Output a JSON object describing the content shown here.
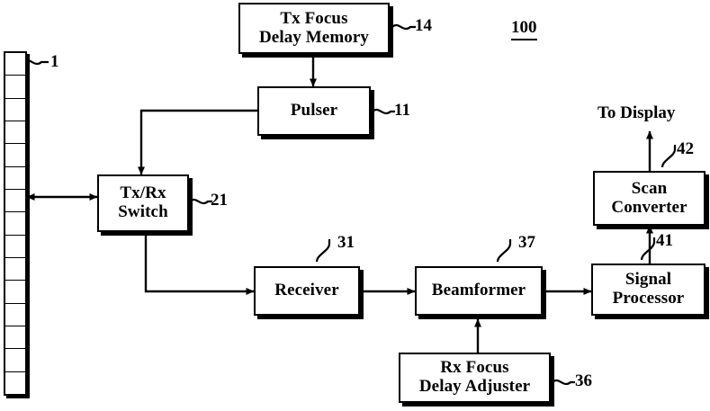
{
  "figure": {
    "figure_number": "100",
    "caption_text": "To Display"
  },
  "transducer": {
    "name": "transducer-array",
    "ref": "1",
    "element_count": 15
  },
  "nodes": [
    {
      "id": "tx-focus-delay-memory",
      "label": "Tx Focus\nDelay Memory",
      "ref": "14"
    },
    {
      "id": "pulser",
      "label": "Pulser",
      "ref": "11"
    },
    {
      "id": "tx-rx-switch",
      "label": "Tx/Rx\nSwitch",
      "ref": "21"
    },
    {
      "id": "receiver",
      "label": "Receiver",
      "ref": "31"
    },
    {
      "id": "beamformer",
      "label": "Beamformer",
      "ref": "37"
    },
    {
      "id": "rx-focus-delay-adjuster",
      "label": "Rx Focus\nDelay Adjuster",
      "ref": "36"
    },
    {
      "id": "signal-processor",
      "label": "Signal\nProcessor",
      "ref": "41"
    },
    {
      "id": "scan-converter",
      "label": "Scan\nConverter",
      "ref": "42"
    }
  ],
  "colors": {
    "stroke": "#000000",
    "background": "#ffffff"
  }
}
